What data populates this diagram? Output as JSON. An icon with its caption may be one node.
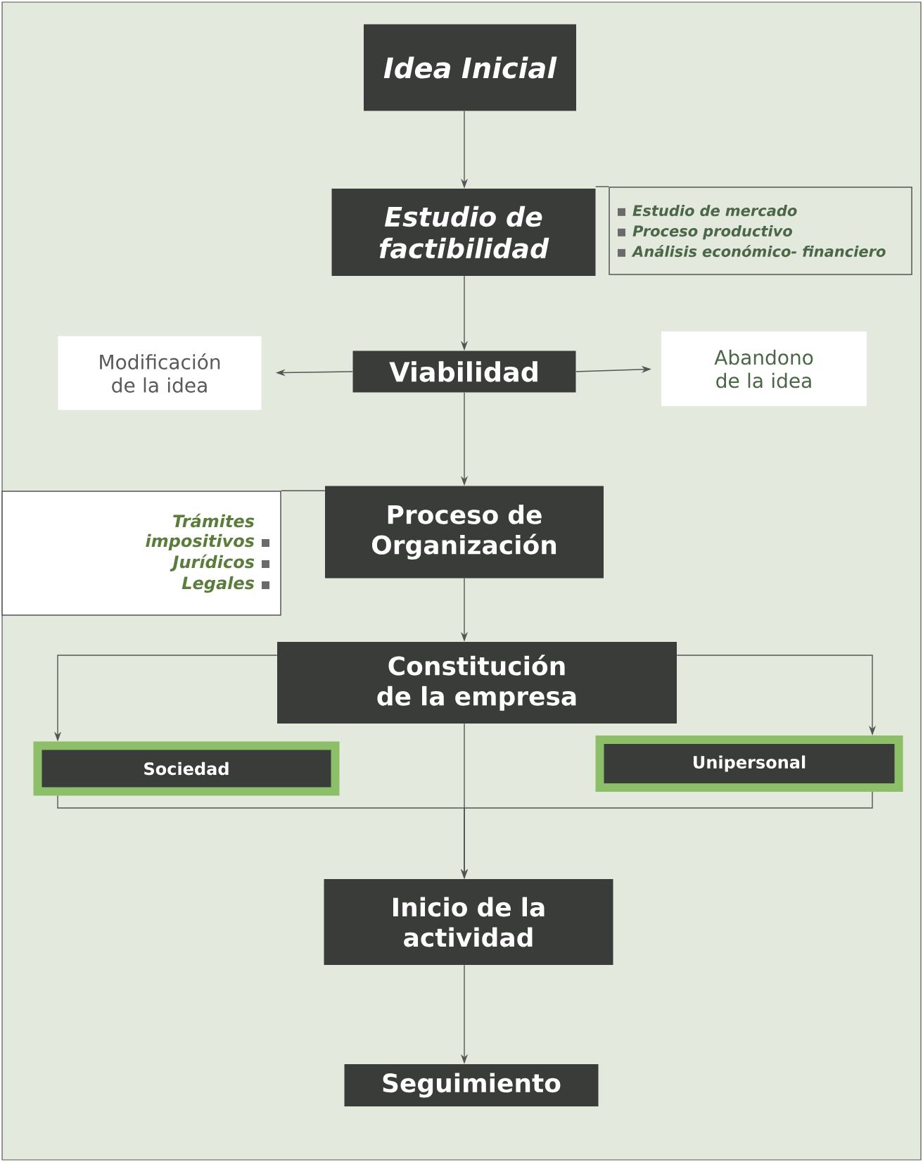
{
  "diagram": {
    "nodes": [
      {
        "text": [
          "Idea Inicial"
        ]
      },
      {
        "text": [
          "Estudio de factibilidad"
        ]
      },
      {
        "text": [
          "Estudio de mercado",
          "Proceso productivo",
          "Análisis económico- financiero"
        ]
      },
      {
        "text": [
          "Modificación de la idea"
        ]
      },
      {
        "text": [
          "Viabilidad"
        ]
      },
      {
        "text": [
          "Abandono de la idea"
        ]
      },
      {
        "text": [
          "Trámites impositivos",
          "Jurídicos",
          "Legales"
        ]
      },
      {
        "text": [
          "Proceso de Organización"
        ]
      },
      {
        "text": [
          "Constitución de la empresa"
        ]
      },
      {
        "text": [
          "Sociedad"
        ]
      },
      {
        "text": [
          "Unipersonal"
        ]
      },
      {
        "text": [
          "Inicio de la actividad"
        ]
      },
      {
        "text": [
          "Seguimiento"
        ]
      }
    ],
    "edges": [
      {
        "from": 0,
        "to": 1,
        "arrow": "to"
      },
      {
        "from": 1,
        "to": 2,
        "arrow": "none"
      },
      {
        "from": 1,
        "to": 4,
        "arrow": "to"
      },
      {
        "from": 4,
        "to": 3,
        "arrow": "to"
      },
      {
        "from": 4,
        "to": 5,
        "arrow": "to"
      },
      {
        "from": 4,
        "to": 7,
        "arrow": "to"
      },
      {
        "from": 7,
        "to": 6,
        "arrow": "none"
      },
      {
        "from": 7,
        "to": 8,
        "arrow": "to"
      },
      {
        "from": 8,
        "to": 9,
        "arrow": "to"
      },
      {
        "from": 8,
        "to": 10,
        "arrow": "to"
      },
      {
        "from": 8,
        "to": 11,
        "arrow": "to"
      },
      {
        "from": 9,
        "to": 11,
        "arrow": "to"
      },
      {
        "from": 10,
        "to": 11,
        "arrow": "to"
      },
      {
        "from": 11,
        "to": 12,
        "arrow": "to"
      }
    ]
  }
}
